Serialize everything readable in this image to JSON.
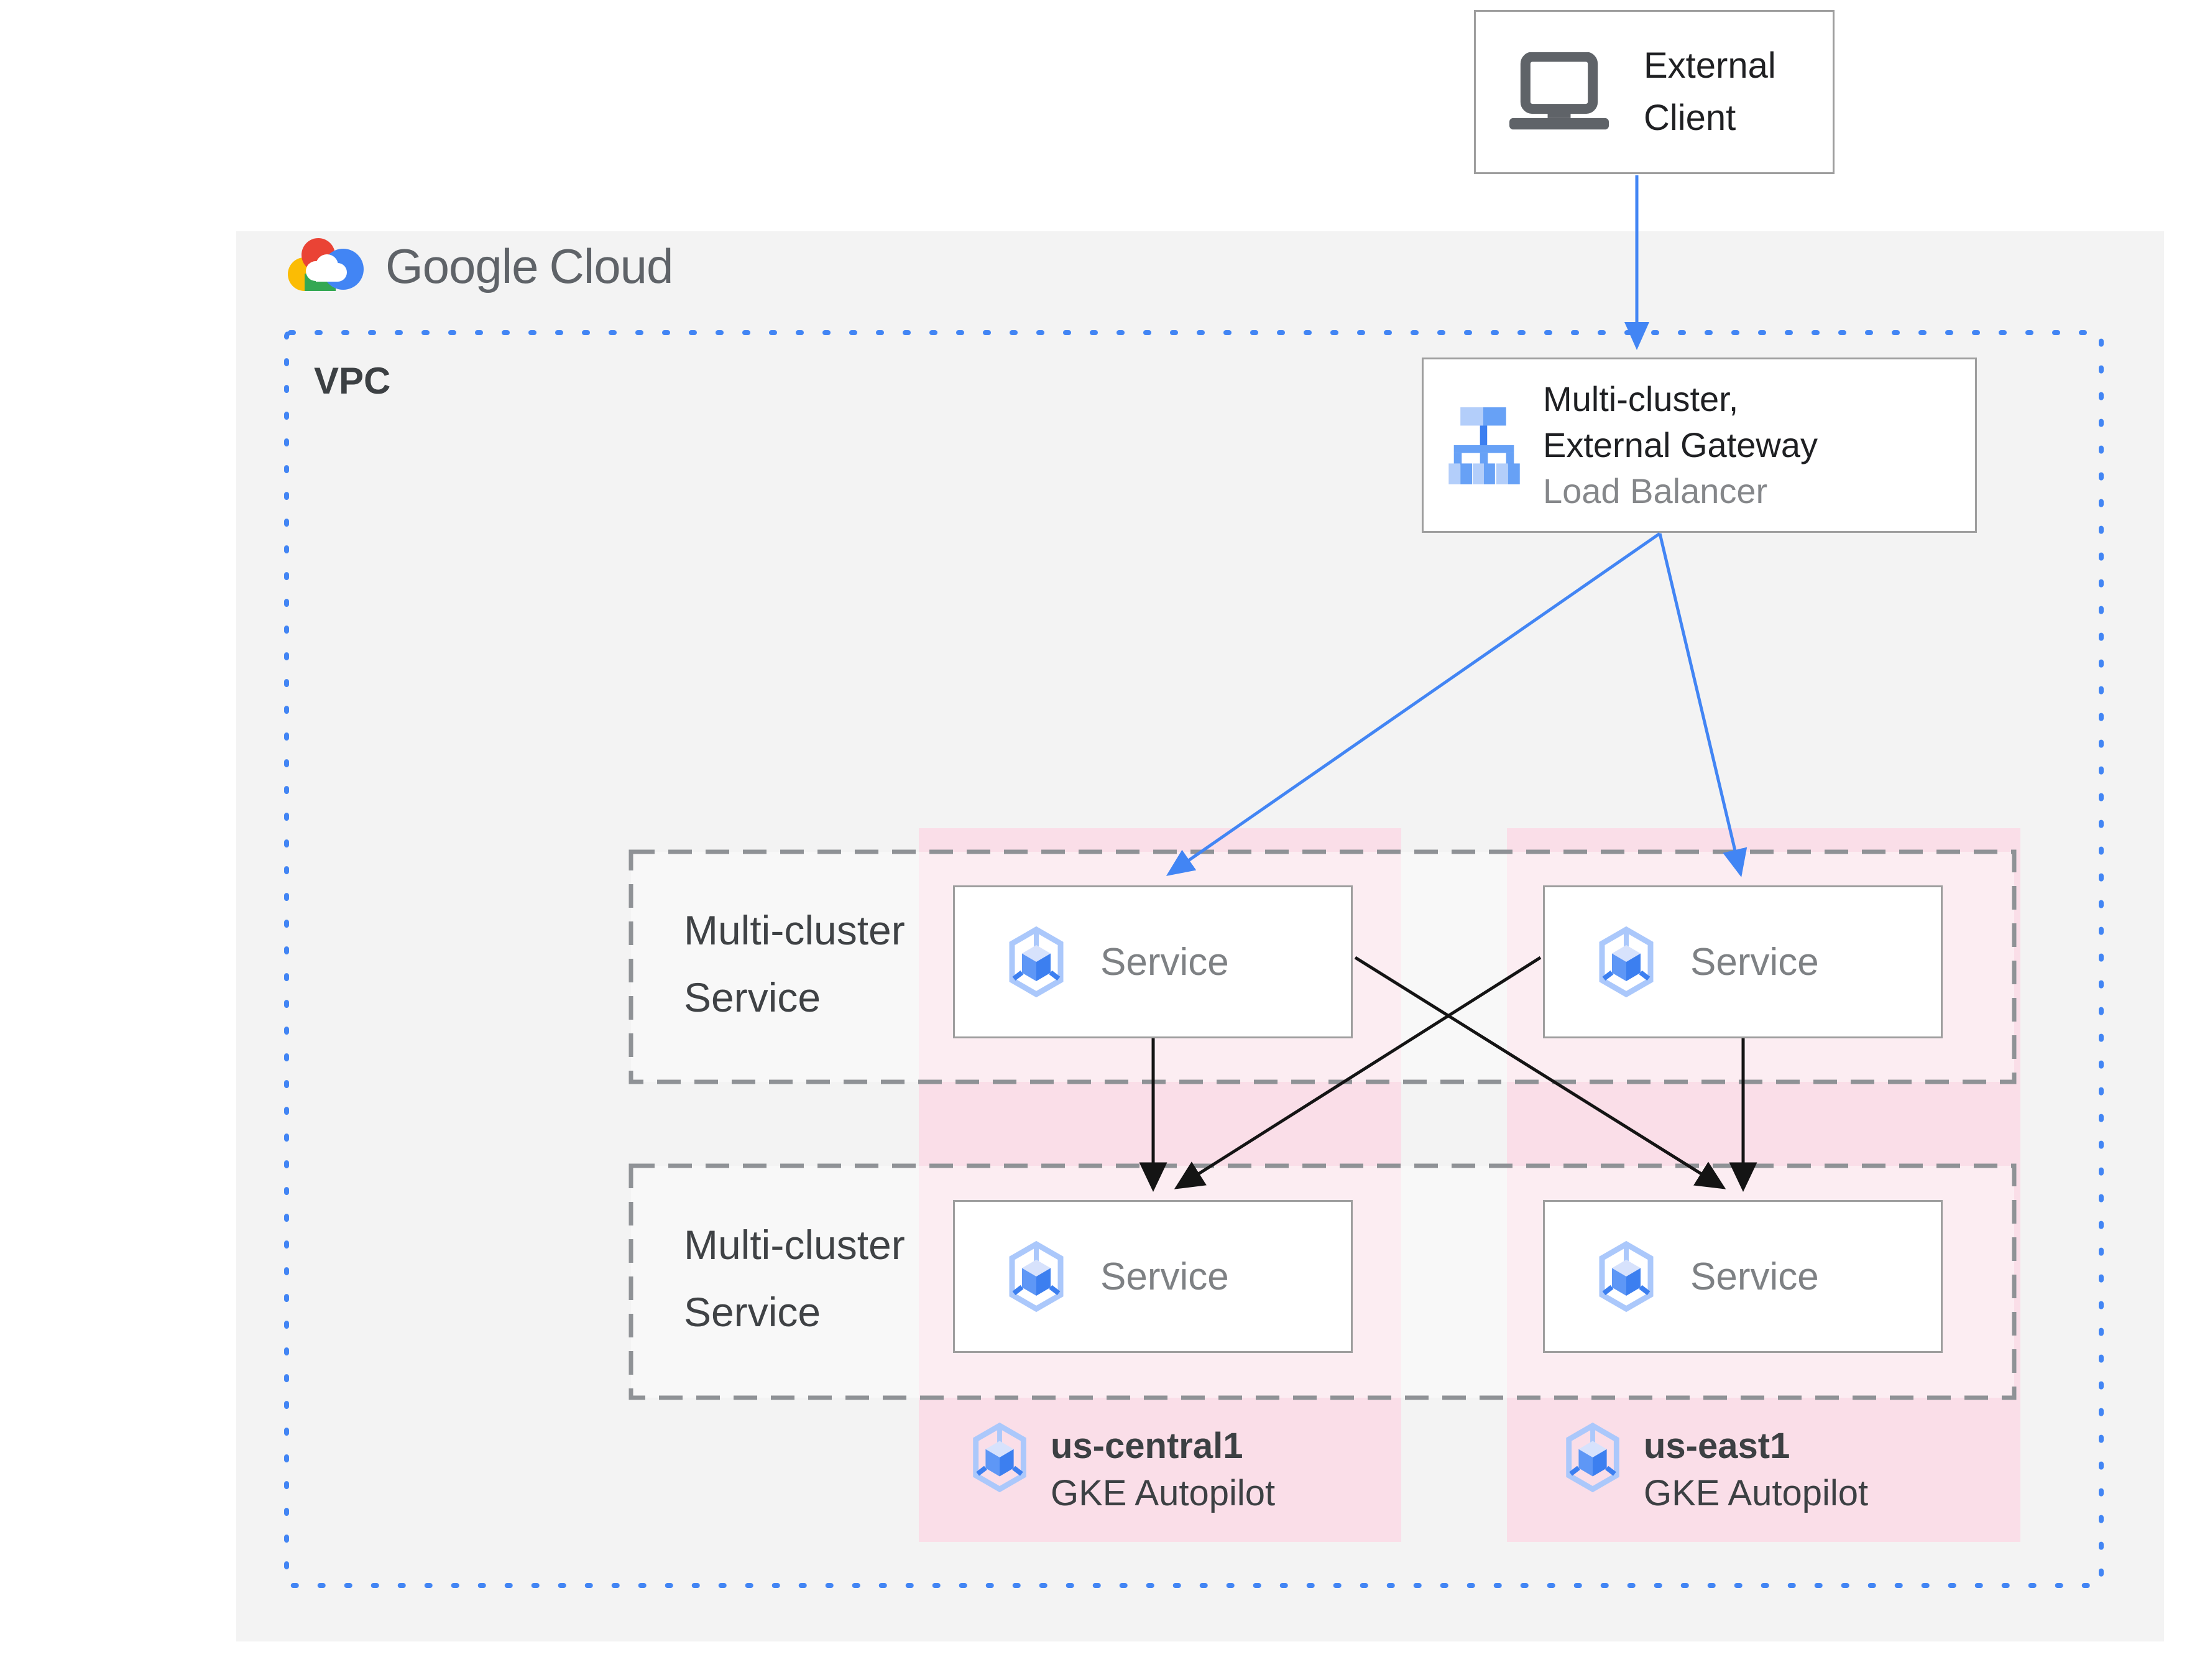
{
  "logo": {
    "brand": "Google",
    "product": "Cloud"
  },
  "external_client": {
    "line1": "External",
    "line2": "Client"
  },
  "vpc": {
    "label": "VPC"
  },
  "load_balancer": {
    "title_line1": "Multi-cluster,",
    "title_line2": "External Gateway",
    "subtitle": "Load Balancer"
  },
  "service_rows": [
    {
      "label_line1": "Multi-cluster",
      "label_line2": "Service"
    },
    {
      "label_line1": "Multi-cluster",
      "label_line2": "Service"
    }
  ],
  "services": [
    {
      "label": "Service"
    },
    {
      "label": "Service"
    },
    {
      "label": "Service"
    },
    {
      "label": "Service"
    }
  ],
  "clusters": [
    {
      "region": "us-central1",
      "platform": "GKE Autopilot"
    },
    {
      "region": "us-east1",
      "platform": "GKE Autopilot"
    }
  ],
  "colors": {
    "arrow_blue": "#4285f4",
    "arrow_black": "#141414",
    "vpc_border": "#4285f4",
    "row_border": "#8f9296",
    "pink_column": "#fadee8",
    "canvas_gray": "#f3f3f3",
    "box_border": "#9e9e9e",
    "dark_text": "#3c4043",
    "black_text": "#1f2023",
    "muted_text": "#7e8184",
    "logo_gray": "#5f6368",
    "google_red": "#ea4335",
    "google_yellow": "#fbbc04",
    "google_green": "#34a853",
    "google_blue": "#4285f4",
    "icon_light_blue": "#abc8fb",
    "icon_mid_blue": "#67a1f6",
    "icon_dark_blue": "#3c7ff0"
  }
}
